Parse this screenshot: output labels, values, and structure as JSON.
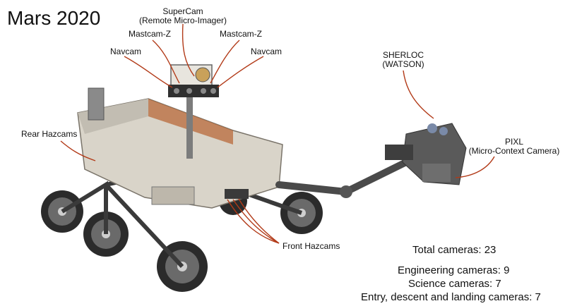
{
  "title": "Mars 2020",
  "labels": {
    "supercam": "SuperCam",
    "supercam_sub": "(Remote Micro-Imager)",
    "mastcam_left": "Mastcam-Z",
    "mastcam_right": "Mastcam-Z",
    "navcam_left": "Navcam",
    "navcam_right": "Navcam",
    "sherloc": "SHERLOC",
    "sherloc_sub": "(WATSON)",
    "pixl": "PIXL",
    "pixl_sub": "(Micro-Context Camera)",
    "rear_hazcams": "Rear Hazcams",
    "front_hazcams": "Front Hazcams"
  },
  "stats": {
    "total": "Total cameras:  23",
    "engineering": "Engineering cameras: 9",
    "science": "Science cameras: 7",
    "edl": "Entry, descent and landing cameras: 7"
  },
  "colors": {
    "leader": "#b23a18",
    "rover_body": "#d9d4c9",
    "rover_dark": "#3a3a3a",
    "rover_copper": "#b86a3a"
  }
}
